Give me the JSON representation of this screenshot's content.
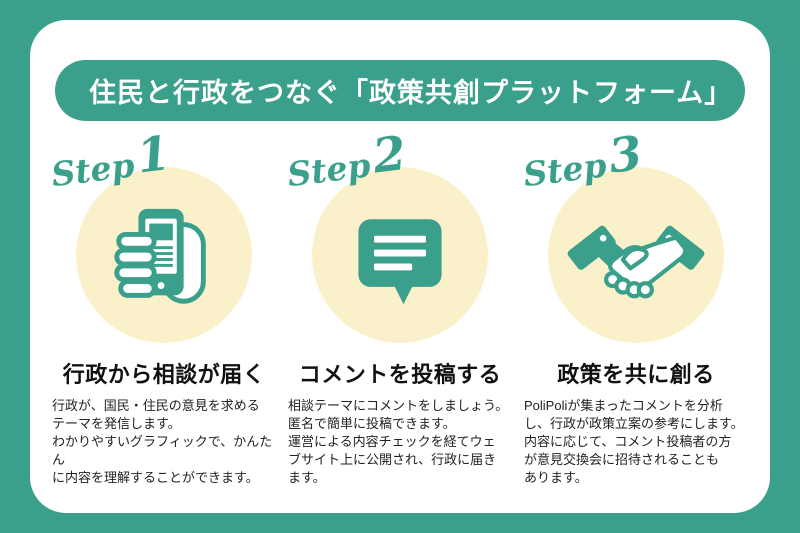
{
  "colors": {
    "teal": "#3BA08B",
    "cream": "#FAF1CA",
    "card": "#FFFFFF",
    "title_text": "#111111",
    "body_text": "#222222"
  },
  "header": {
    "title": "住民と行政をつなぐ「政策共創プラットフォーム」"
  },
  "steps": [
    {
      "label": "Step",
      "number": "1",
      "icon": "smartphone-in-hand",
      "title": "行政から相談が届く",
      "body": "行政が、国民・住民の意見を求める\nテーマを発信します。\nわかりやすいグラフィックで、かんたん\nに内容を理解することができます。"
    },
    {
      "label": "Step",
      "number": "2",
      "icon": "comment-bubble",
      "title": "コメントを投稿する",
      "body": "相談テーマにコメントをしましょう。\n匿名で簡単に投稿できます。\n運営による内容チェックを経てウェ\nブサイト上に公開され、行政に届き\nます。"
    },
    {
      "label": "Step",
      "number": "3",
      "icon": "handshake",
      "title": "政策を共に創る",
      "body": "PoliPoliが集まったコメントを分析\nし、行政が政策立案の参考にします。\n内容に応じて、コメント投稿者の方\nが意見交換会に招待されることも\nあります。"
    }
  ]
}
